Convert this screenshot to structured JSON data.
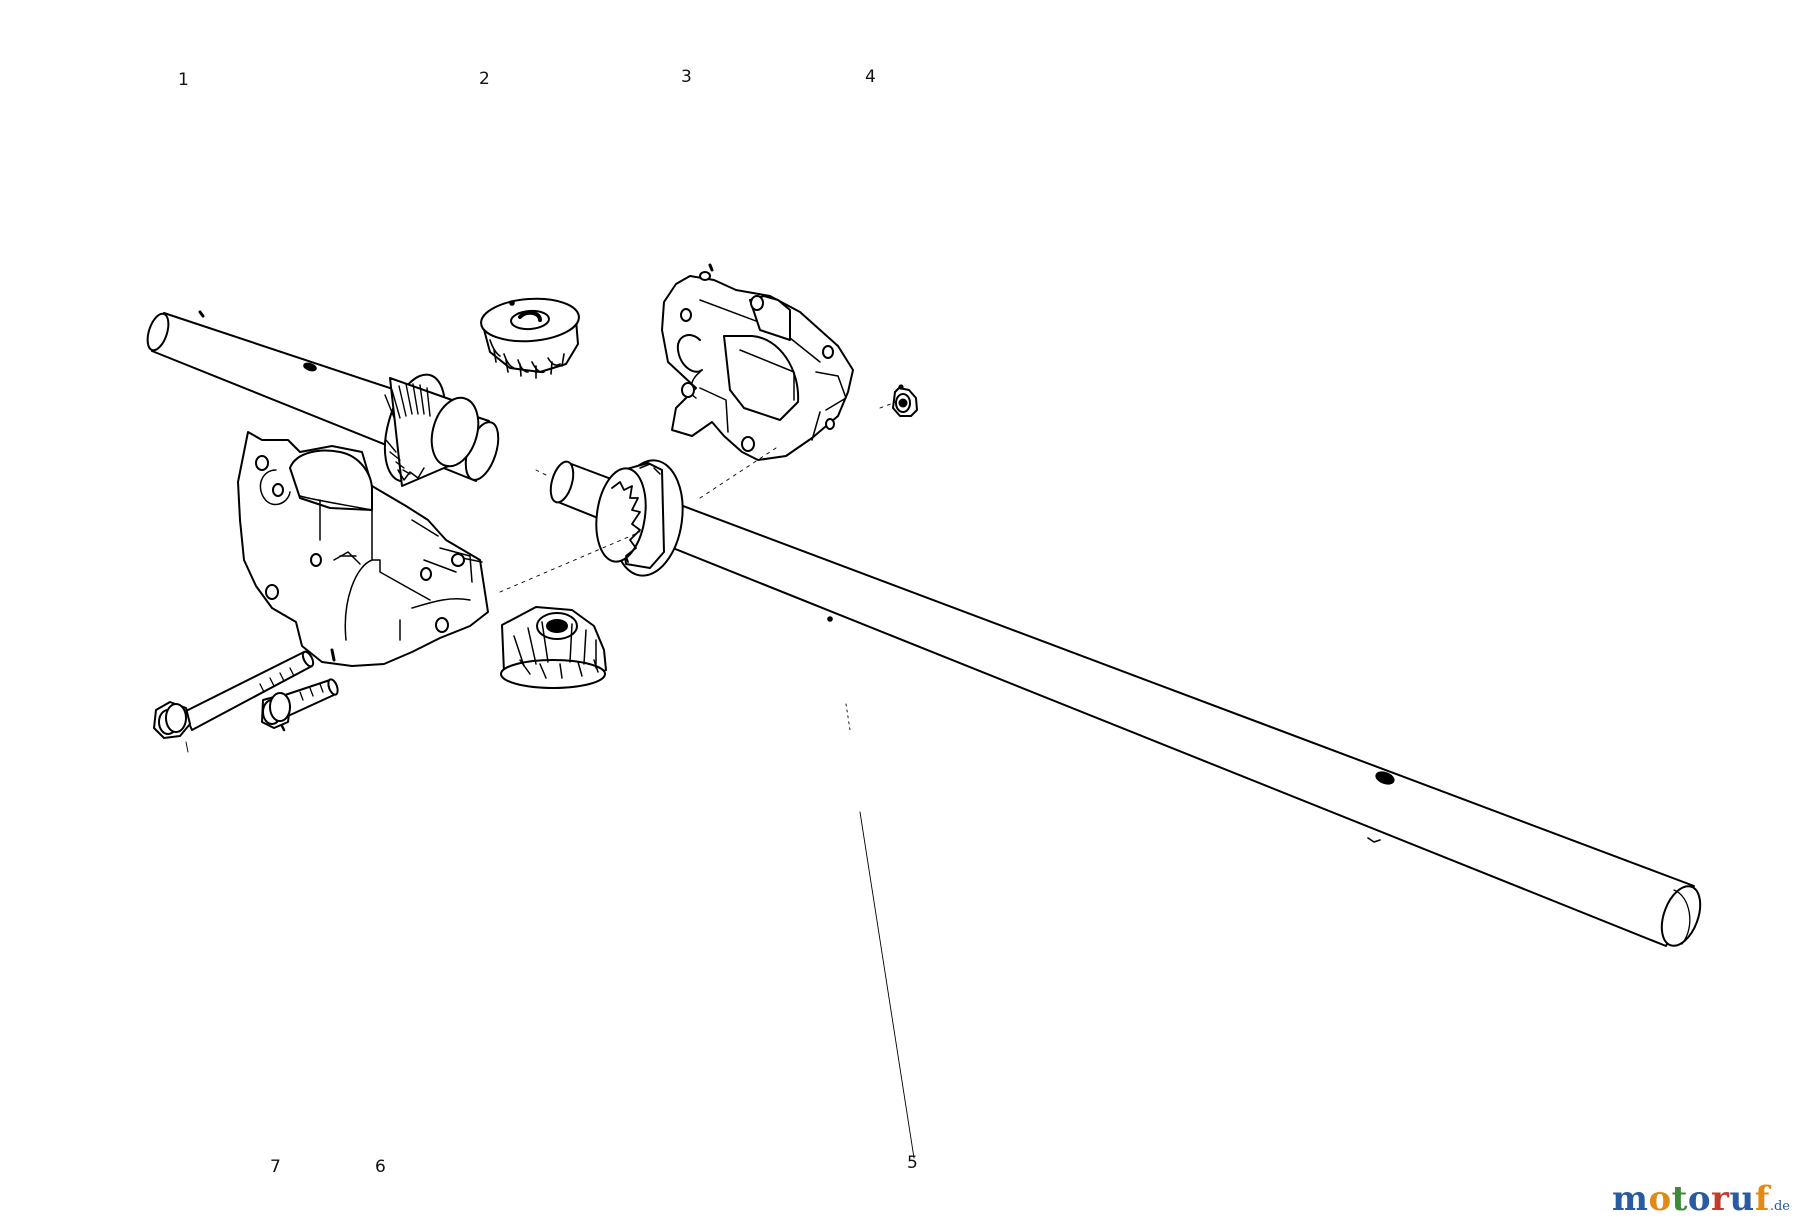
{
  "callouts": [
    {
      "id": "1",
      "text": "1"
    },
    {
      "id": "2",
      "text": "2"
    },
    {
      "id": "3",
      "text": "3"
    },
    {
      "id": "4",
      "text": "4"
    },
    {
      "id": "5",
      "text": "5"
    },
    {
      "id": "6",
      "text": "6"
    },
    {
      "id": "7",
      "text": "7"
    }
  ],
  "watermark": {
    "chars": [
      "m",
      "o",
      "t",
      "o",
      "r",
      "u",
      "f"
    ],
    "suffix": ".de"
  }
}
